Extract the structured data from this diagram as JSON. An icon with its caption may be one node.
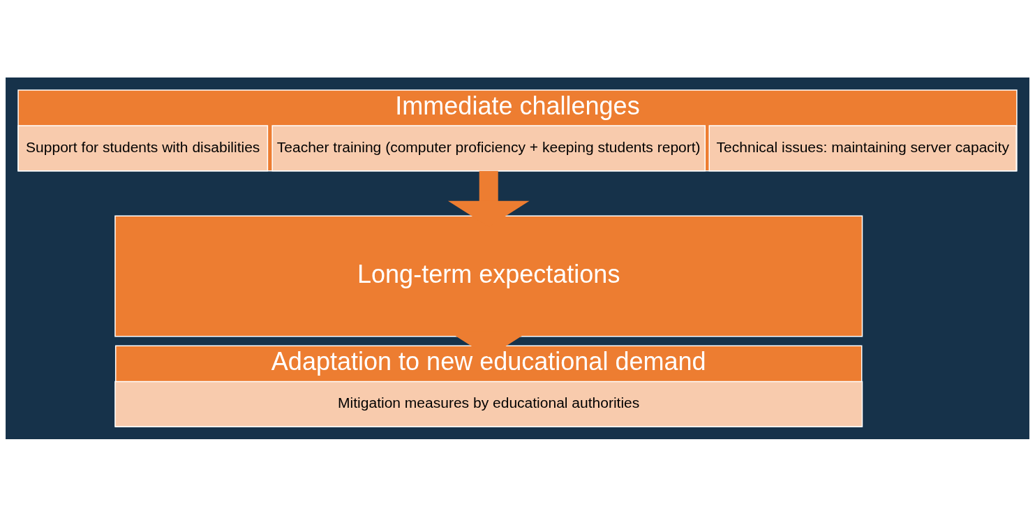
{
  "diagram": {
    "nodes": [
      {
        "text": [
          "Immediate challenges"
        ]
      },
      {
        "text": [
          "Technical issues: maintaining server capacity"
        ],
        "in": 0
      },
      {
        "text": [
          "Teacher training (computer proficiency + keeping students report)"
        ],
        "in": 0
      },
      {
        "text": [
          "Support for students with disabilities"
        ],
        "in": 0
      },
      {
        "text": [
          "Long-term expectations"
        ]
      },
      {
        "text": [
          "Adaptation to new educational demand"
        ]
      },
      {
        "text": [
          "Mitigation measures by educational authorities"
        ],
        "in": 5
      }
    ],
    "edges": [
      {
        "from": 0,
        "to": 4,
        "arrow": "to"
      },
      {
        "from": 4,
        "to": 5,
        "arrow": "to"
      }
    ]
  }
}
